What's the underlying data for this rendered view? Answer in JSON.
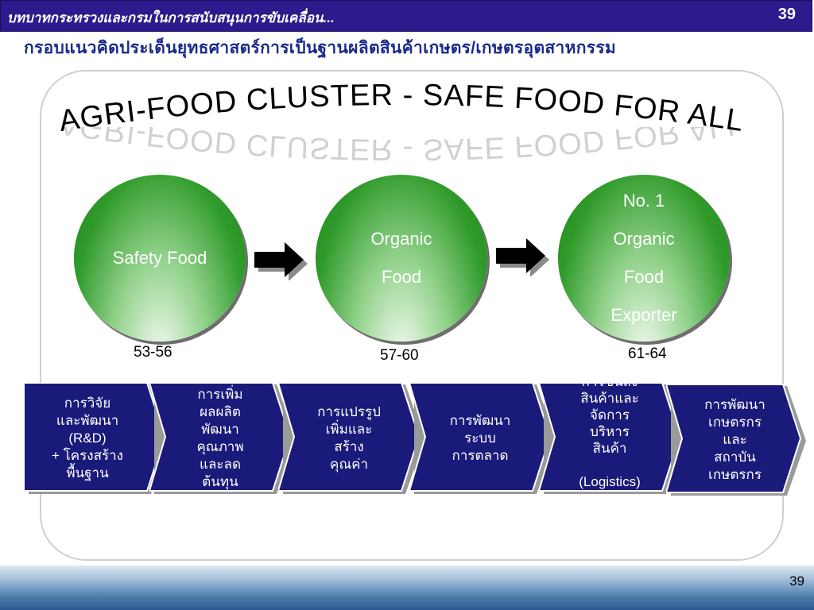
{
  "header": {
    "title": "บทบาทกระทรวงและกรมในการสนับสนุนการขับเคลื่อน...",
    "slide_number": "39"
  },
  "subtitle": "กรอบแนวคิดประเด็นยุทธศาสตร์การเป็นฐานผลิตสินค้าเกษตร/เกษตรอุตสาหกรรม",
  "banner": "AGRI-FOOD CLUSTER - SAFE FOOD FOR ALL",
  "stages": [
    {
      "lines": [
        "Safety Food"
      ],
      "code": "53-56"
    },
    {
      "lines": [
        "Organic",
        "Food"
      ],
      "code": "57-60"
    },
    {
      "lines": [
        "No. 1",
        "Organic",
        "Food",
        "Exporter"
      ],
      "code": "61-64"
    }
  ],
  "steps": [
    {
      "lines": [
        "การวิจัย",
        "และพัฒนา",
        "(R&D)",
        "+ โครงสร้าง",
        "พื้นฐาน"
      ]
    },
    {
      "lines": [
        "การเพิ่ม",
        "ผลผลิต",
        "พัฒนา",
        "คุณภาพ",
        "และลด",
        "ต้นทุน"
      ]
    },
    {
      "lines": [
        "การแปรรูป",
        "เพิ่มและ",
        "สร้าง",
        "คุณค่า"
      ]
    },
    {
      "lines": [
        "การพัฒนา",
        "ระบบ",
        "การตลาด"
      ]
    },
    {
      "lines": [
        "การขนส่ง",
        "สินค้าและ",
        "จัดการ",
        "บริหาร",
        "สินค้า",
        "",
        "(Logistics)"
      ]
    },
    {
      "lines": [
        "การพัฒนา",
        "เกษตรกร",
        "และ",
        "สถาบัน",
        "เกษตรกร"
      ]
    }
  ],
  "footer": {
    "page": "39"
  },
  "colors": {
    "topbar": "#2b1b8c",
    "chevron": "#1a1a7a",
    "circle": "#2f9a2a"
  }
}
